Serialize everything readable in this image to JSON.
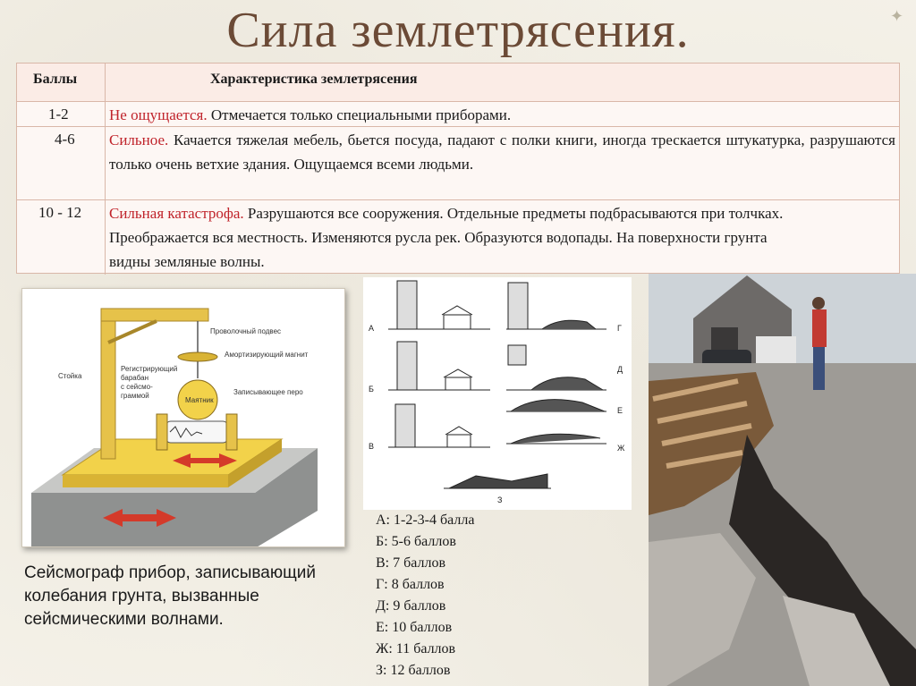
{
  "slide": {
    "title": "Сила землетрясения."
  },
  "table": {
    "header": {
      "score": "Баллы",
      "description": "Характеристика землетрясения"
    },
    "rows": [
      {
        "score": "1-2",
        "term": "Не ощущается.",
        "text": " Отмечается только специальными приборами."
      },
      {
        "score": "4-6",
        "term": "Сильное.",
        "text": " Качается тяжелая мебель, бьется посуда, падают с полки книги, иногда трескается штукатурка, разрушаются только очень ветхие здания. Ощущаемся всеми людьми."
      },
      {
        "score": "10 - 12",
        "term": "Сильная катастрофа.",
        "text": " Разрушаются все сооружения. Отдельные предметы подбрасываются при толчках. Преображается вся местность. Изменяются русла рек. Образуются водопады. На поверхности грунта видны земляные волны."
      }
    ]
  },
  "seismograph": {
    "labels": {
      "wire": "Проволочный подвес",
      "magnet": "Амортизирующий магнит",
      "post": "Стойка",
      "drum_line1": "Регистрирующий",
      "drum_line2": "барабан",
      "drum_line3": "с сейсмо-",
      "drum_line4": "граммой",
      "pendulum": "Маятник",
      "pen": "Записывающее перо"
    },
    "caption": "Сейсмограф прибор, записывающий колебания грунта, вызванные сейсмическими волнами."
  },
  "diagram": {
    "letters": [
      "А",
      "Б",
      "В",
      "Г",
      "Д",
      "Е",
      "Ж",
      "З"
    ]
  },
  "legend": [
    "А: 1-2-3-4 балла",
    "Б: 5-6 баллов",
    "В: 7 баллов",
    "Г: 8 баллов",
    "Д: 9 баллов",
    "Е: 10 баллов",
    "Ж: 11 баллов",
    "З: 12 баллов"
  ],
  "colors": {
    "title": "#6b4a36",
    "accent_red": "#c0242b",
    "table_border": "#d9b7a8"
  }
}
